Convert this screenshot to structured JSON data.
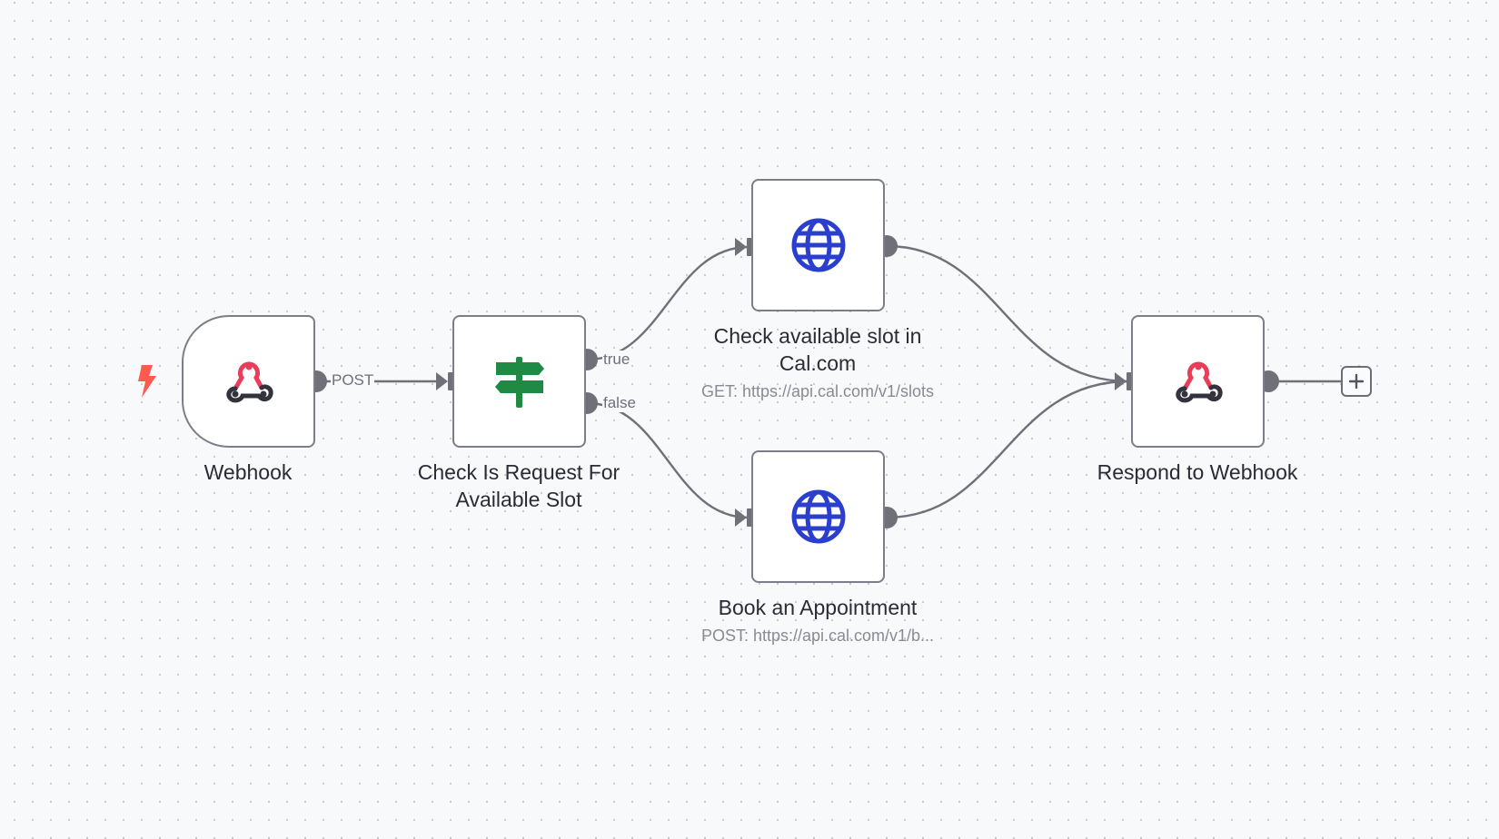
{
  "nodes": {
    "webhook": {
      "label": "Webhook",
      "icon": "webhook-icon"
    },
    "check_request": {
      "label_line1": "Check Is Request For",
      "label_line2": "Available Slot",
      "icon": "signpost-icon"
    },
    "check_slot": {
      "label_line1": "Check available slot in",
      "label_line2": "Cal.com",
      "subtitle": "GET: https://api.cal.com/v1/slots",
      "icon": "globe-icon"
    },
    "book": {
      "label": "Book an Appointment",
      "subtitle": "POST: https://api.cal.com/v1/b...",
      "icon": "globe-icon"
    },
    "respond": {
      "label": "Respond to Webhook",
      "icon": "webhook-icon"
    }
  },
  "edges": {
    "webhook_out": "POST",
    "if_true": "true",
    "if_false": "false"
  },
  "colors": {
    "webhook_red": "#e83e5a",
    "webhook_dark": "#33333d",
    "signpost_green": "#1f8a44",
    "globe_blue": "#2b3fcf",
    "trigger_bolt": "#ff5a4e",
    "connector": "#6e6e78",
    "node_border": "#7d7d87"
  }
}
